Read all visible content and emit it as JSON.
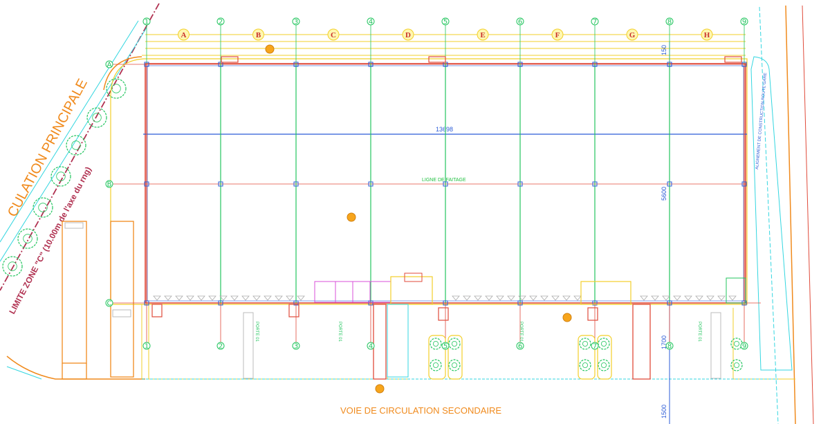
{
  "texts": {
    "road_main": "CULATION PRINCIPALE",
    "zone_limit": "LIMITE ZONE \"C\" (10.00m de l'axe du rng)",
    "road_secondary": "VOIE DE CIRCULATION SECONDAIRE",
    "ridge_line": "LIGNE DE FAITAGE",
    "dim_total_length": "13698",
    "dim_top": "150",
    "dim_depth": "5600",
    "dim_apron": "1700",
    "dim_bottom": "1500",
    "right_strip": "ALIGNEMENT DE CONSTRUCTION ROUTE GARE",
    "gate_label": "PORTE 01"
  },
  "grid": {
    "bay_letters": [
      "A",
      "B",
      "C",
      "D",
      "E",
      "F",
      "G",
      "H"
    ],
    "column_numbers": [
      "1",
      "2",
      "3",
      "4",
      "5",
      "6",
      "7",
      "8",
      "9"
    ],
    "row_letters": [
      "A",
      "B",
      "C"
    ]
  },
  "colors": {
    "wall": "#e04a3a",
    "column_line": "#22c55e",
    "cyan": "#33d6e0",
    "yellow": "#f2cf2a",
    "orange": "#f08a1c",
    "blue": "#2a5bd7",
    "magenta": "#d94fd9"
  }
}
